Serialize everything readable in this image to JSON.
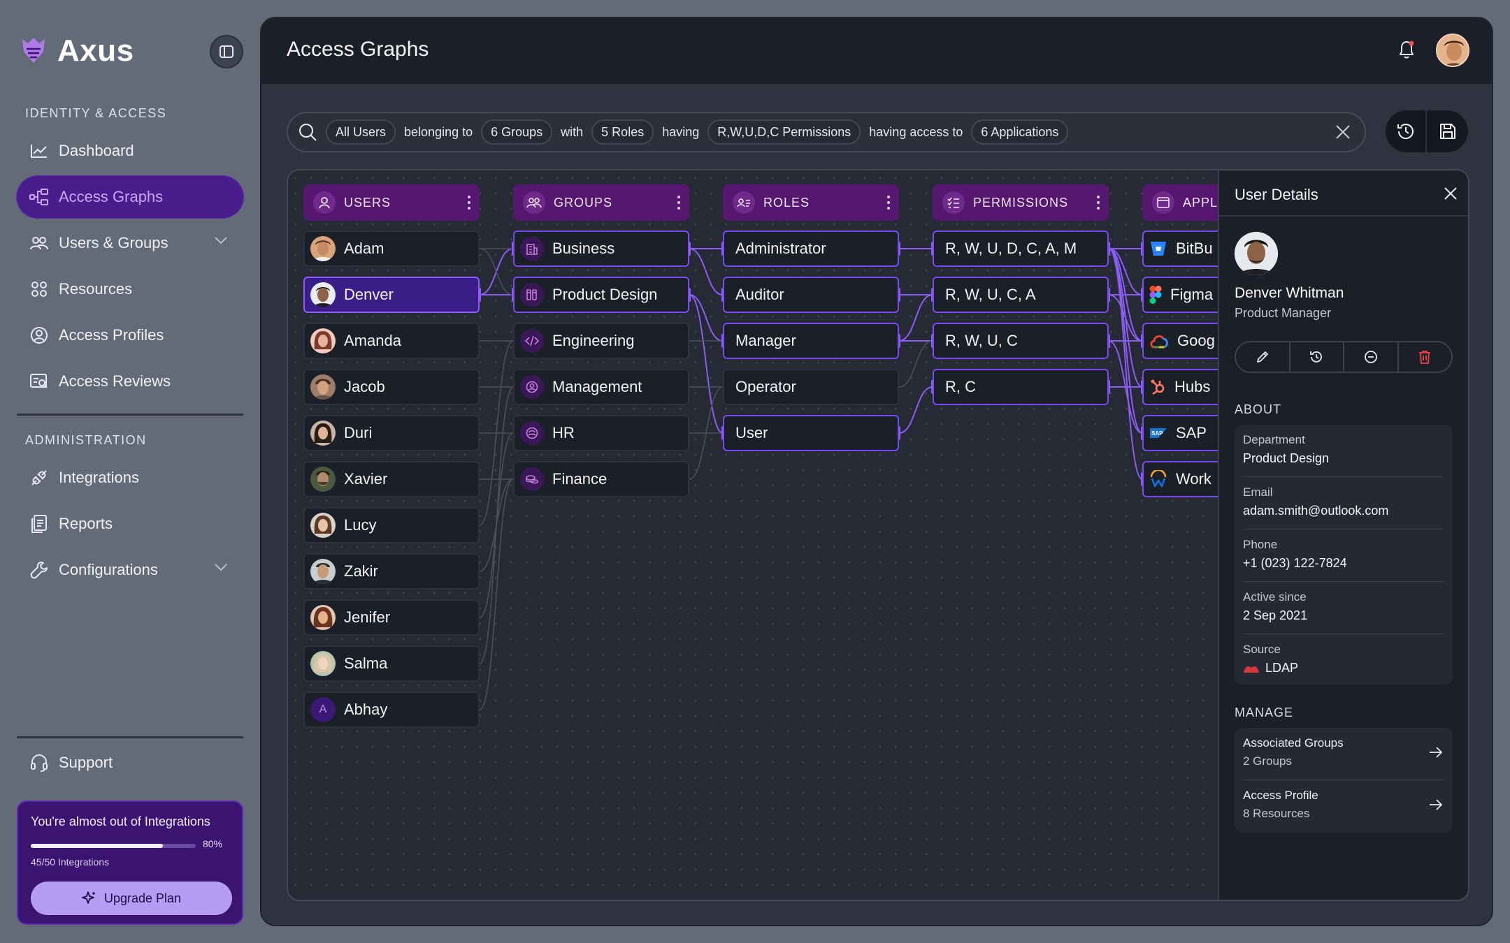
{
  "app": {
    "name": "Axus"
  },
  "sidebar": {
    "section1_title": "IDENTITY & ACCESS",
    "items1": [
      {
        "label": "Dashboard",
        "icon": "chart-icon"
      },
      {
        "label": "Access Graphs",
        "icon": "graph-icon",
        "active": true
      },
      {
        "label": "Users & Groups",
        "icon": "users-icon",
        "expandable": true
      },
      {
        "label": "Resources",
        "icon": "grid-icon"
      },
      {
        "label": "Access Profiles",
        "icon": "profile-icon"
      },
      {
        "label": "Access Reviews",
        "icon": "review-icon"
      }
    ],
    "section2_title": "ADMINISTRATION",
    "items2": [
      {
        "label": "Integrations",
        "icon": "plug-icon"
      },
      {
        "label": "Reports",
        "icon": "report-icon"
      },
      {
        "label": "Configurations",
        "icon": "wrench-icon",
        "expandable": true
      }
    ],
    "support": "Support",
    "upgrade": {
      "title": "You're almost out of Integrations",
      "percent_label": "80%",
      "progress": 0.8,
      "count": "45/50 Integrations",
      "button": "Upgrade Plan"
    }
  },
  "header": {
    "title": "Access Graphs"
  },
  "query": {
    "users": "All Users",
    "w1": "belonging to",
    "groups": "6 Groups",
    "w2": "with",
    "roles": "5 Roles",
    "w3": "having",
    "perms": "R,W,U,D,C Permissions",
    "w4": "having access to",
    "apps": "6 Applications"
  },
  "columns": {
    "users": "USERS",
    "groups": "GROUPS",
    "roles": "ROLES",
    "permissions": "PERMISSIONS",
    "applications": "APPLI"
  },
  "users": [
    "Adam",
    "Denver",
    "Amanda",
    "Jacob",
    "Duri",
    "Xavier",
    "Lucy",
    "Zakir",
    "Jenifer",
    "Salma",
    "Abhay"
  ],
  "abhay_initial": "A",
  "groups": [
    "Business",
    "Product Design",
    "Engineering",
    "Management",
    "HR",
    "Finance"
  ],
  "roles": [
    "Administrator",
    "Auditor",
    "Manager",
    "Operator",
    "User"
  ],
  "permissions": [
    "R, W, U, D, C, A, M",
    "R, W, U, C, A",
    "R, W, U, C",
    "R, C"
  ],
  "applications": [
    "BitBu",
    "Figma",
    "Goog",
    "Hubs",
    "SAP",
    "Work"
  ],
  "panel": {
    "title": "User Details",
    "name": "Denver Whitman",
    "role": "Product Manager",
    "about_title": "ABOUT",
    "about": [
      {
        "k": "Department",
        "v": "Product Design"
      },
      {
        "k": "Email",
        "v": "adam.smith@outlook.com"
      },
      {
        "k": "Phone",
        "v": "+1 (023) 122-7824"
      },
      {
        "k": "Active since",
        "v": "2 Sep 2021"
      },
      {
        "k": "Source",
        "v": "LDAP"
      }
    ],
    "manage_title": "MANAGE",
    "manage": [
      {
        "k": "Associated Groups",
        "v": "2 Groups"
      },
      {
        "k": "Access Profile",
        "v": "8 Resources"
      }
    ]
  },
  "colors": {
    "accent": "#8b5cf6",
    "active_nav": "#4a1d8c",
    "header_purple": "#55176f"
  }
}
